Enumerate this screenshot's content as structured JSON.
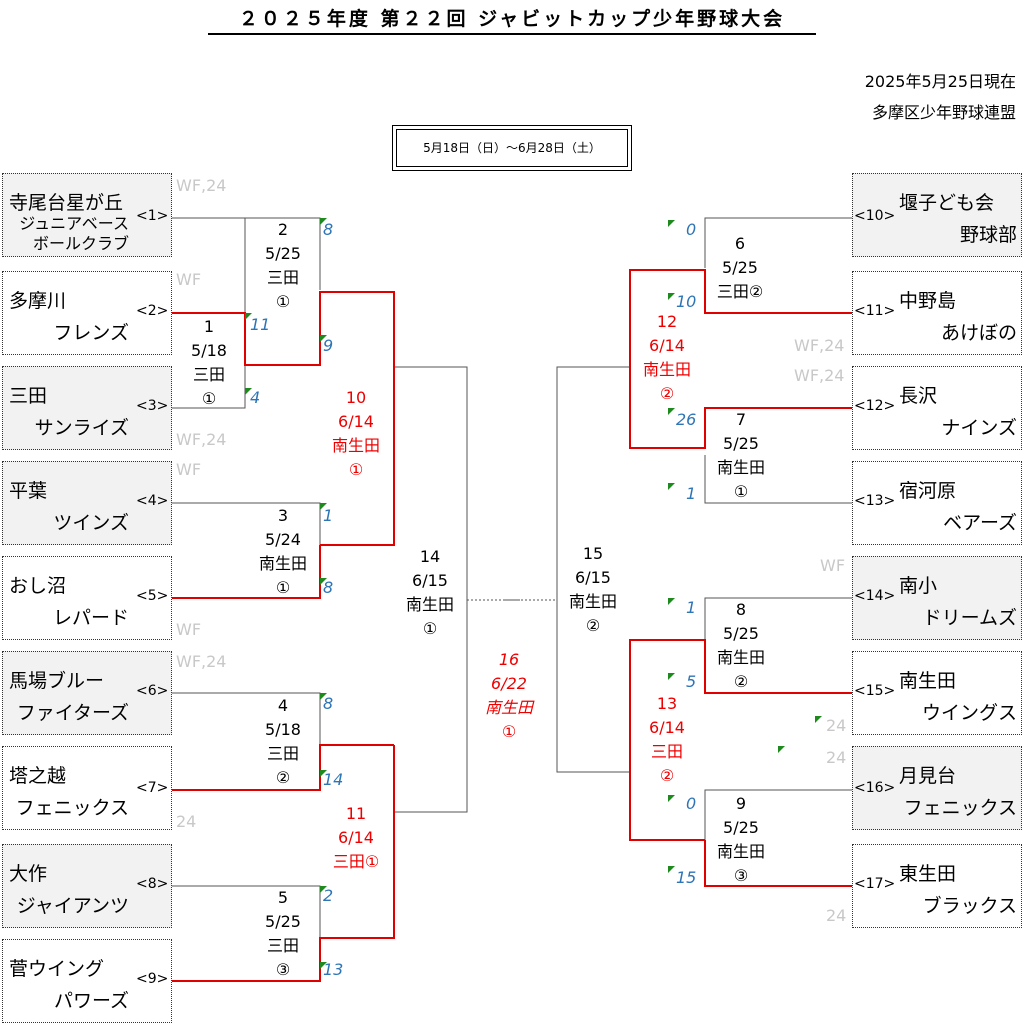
{
  "header": {
    "title": "２０２５年度 第２２回 ジャビットカップ少年野球大会",
    "as_of": "2025年5月25日現在",
    "organizer": "多摩区少年野球連盟",
    "period": "5月18日（日）～6月28日（土）"
  },
  "teams": {
    "t1": {
      "l1": "寺尾台星が丘",
      "l2": "ジュニアベース\nボールクラブ",
      "seed": "<1>"
    },
    "t2": {
      "l1": "多摩川",
      "l2": "フレンズ",
      "seed": "<2>"
    },
    "t3": {
      "l1": "三田",
      "l2": "サンライズ",
      "seed": "<3>"
    },
    "t4": {
      "l1": "平葉",
      "l2": "ツインズ",
      "seed": "<4>"
    },
    "t5": {
      "l1": "おし沼",
      "l2": "レパード",
      "seed": "<5>"
    },
    "t6": {
      "l1": "馬場ブルー",
      "l2": "ファイターズ",
      "seed": "<6>"
    },
    "t7": {
      "l1": "塔之越",
      "l2": "フェニックス",
      "seed": "<7>"
    },
    "t8": {
      "l1": "大作",
      "l2": "ジャイアンツ",
      "seed": "<8>"
    },
    "t9": {
      "l1": "菅ウイング",
      "l2": "パワーズ",
      "seed": "<9>"
    },
    "t10": {
      "l1": "堰子ども会",
      "l2": "野球部",
      "seed": "<10>"
    },
    "t11": {
      "l1": "中野島",
      "l2": "あけぼの",
      "seed": "<11>"
    },
    "t12": {
      "l1": "長沢",
      "l2": "ナインズ",
      "seed": "<12>"
    },
    "t13": {
      "l1": "宿河原",
      "l2": "ベアーズ",
      "seed": "<13>"
    },
    "t14": {
      "l1": "南小",
      "l2": "ドリームズ",
      "seed": "<14>"
    },
    "t15": {
      "l1": "南生田",
      "l2": "ウイングス",
      "seed": "<15>"
    },
    "t16": {
      "l1": "月見台",
      "l2": "フェニックス",
      "seed": "<16>"
    },
    "t17": {
      "l1": "東生田",
      "l2": "ブラックス",
      "seed": "<17>"
    }
  },
  "matches": {
    "m1": "1\n5/18\n三田\n①",
    "m2": "2\n5/25\n三田\n①",
    "m3": "3\n5/24\n南生田\n①",
    "m4": "4\n5/18\n三田\n②",
    "m5": "5\n5/25\n三田\n③",
    "m6": "6\n5/25\n三田②",
    "m7": "7\n5/25\n南生田\n①",
    "m8": "8\n5/25\n南生田\n②",
    "m9": "9\n5/25\n南生田\n③",
    "m10": "10\n6/14\n南生田\n①",
    "m11": "11\n6/14\n三田①",
    "m12": "12\n6/14\n南生田\n②",
    "m13": "13\n6/14\n三田\n②",
    "m14": "14\n6/15\n南生田\n①",
    "m15": "15\n6/15\n南生田\n②",
    "m16": "16\n6/22\n南生田\n①"
  },
  "scores": {
    "s2_top": "8",
    "s2_bot": "9",
    "s1_top": "11",
    "s1_bot": "4",
    "s3_top": "1",
    "s3_bot": "8",
    "s4_top": "8",
    "s4_bot": "14",
    "s5_top": "2",
    "s5_bot": "13",
    "s6_top": "0",
    "s6_bot": "10",
    "s7_top": "26",
    "s7_bot": "1",
    "s8_top": "1",
    "s8_bot": "5",
    "s9_top": "0",
    "s9_bot": "15"
  },
  "wf_marks": {
    "w1": "WF,24",
    "w2": "WF",
    "w3": "WF,24",
    "w4": "WF",
    "w5": "WF",
    "w6": "WF,24",
    "w7": "24",
    "w8": "WF,24",
    "w9": "WF,24",
    "w10": "WF",
    "w11": "24",
    "w12": "24",
    "w13": "24"
  },
  "colors": {
    "winner_line": "#e00000",
    "score": "#2e75b6",
    "wf": "#c8c8c8",
    "loser_line": "#555555"
  }
}
